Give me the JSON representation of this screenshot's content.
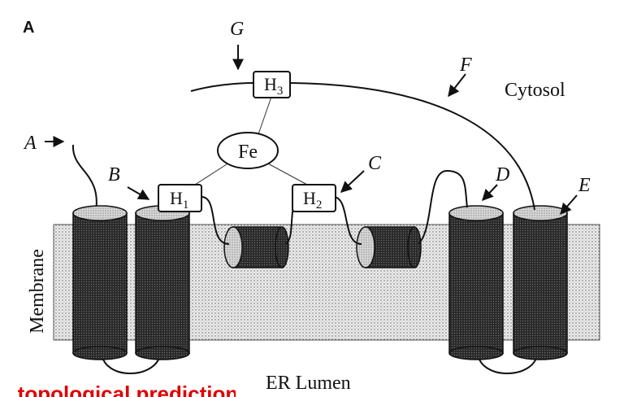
{
  "panel_label": "A",
  "compartments": {
    "cytosol": "Cytosol",
    "membrane": "Membrane",
    "lumen": "ER Lumen"
  },
  "center_label": "Fe",
  "boxes": {
    "h1": {
      "base": "H",
      "sub": "1"
    },
    "h2": {
      "base": "H",
      "sub": "2"
    },
    "h3": {
      "base": "H",
      "sub": "3"
    }
  },
  "pointers": {
    "a": "A",
    "b": "B",
    "c": "C",
    "d": "D",
    "e": "E",
    "f": "F",
    "g": "G"
  },
  "footer_text": "...topological prediction"
}
